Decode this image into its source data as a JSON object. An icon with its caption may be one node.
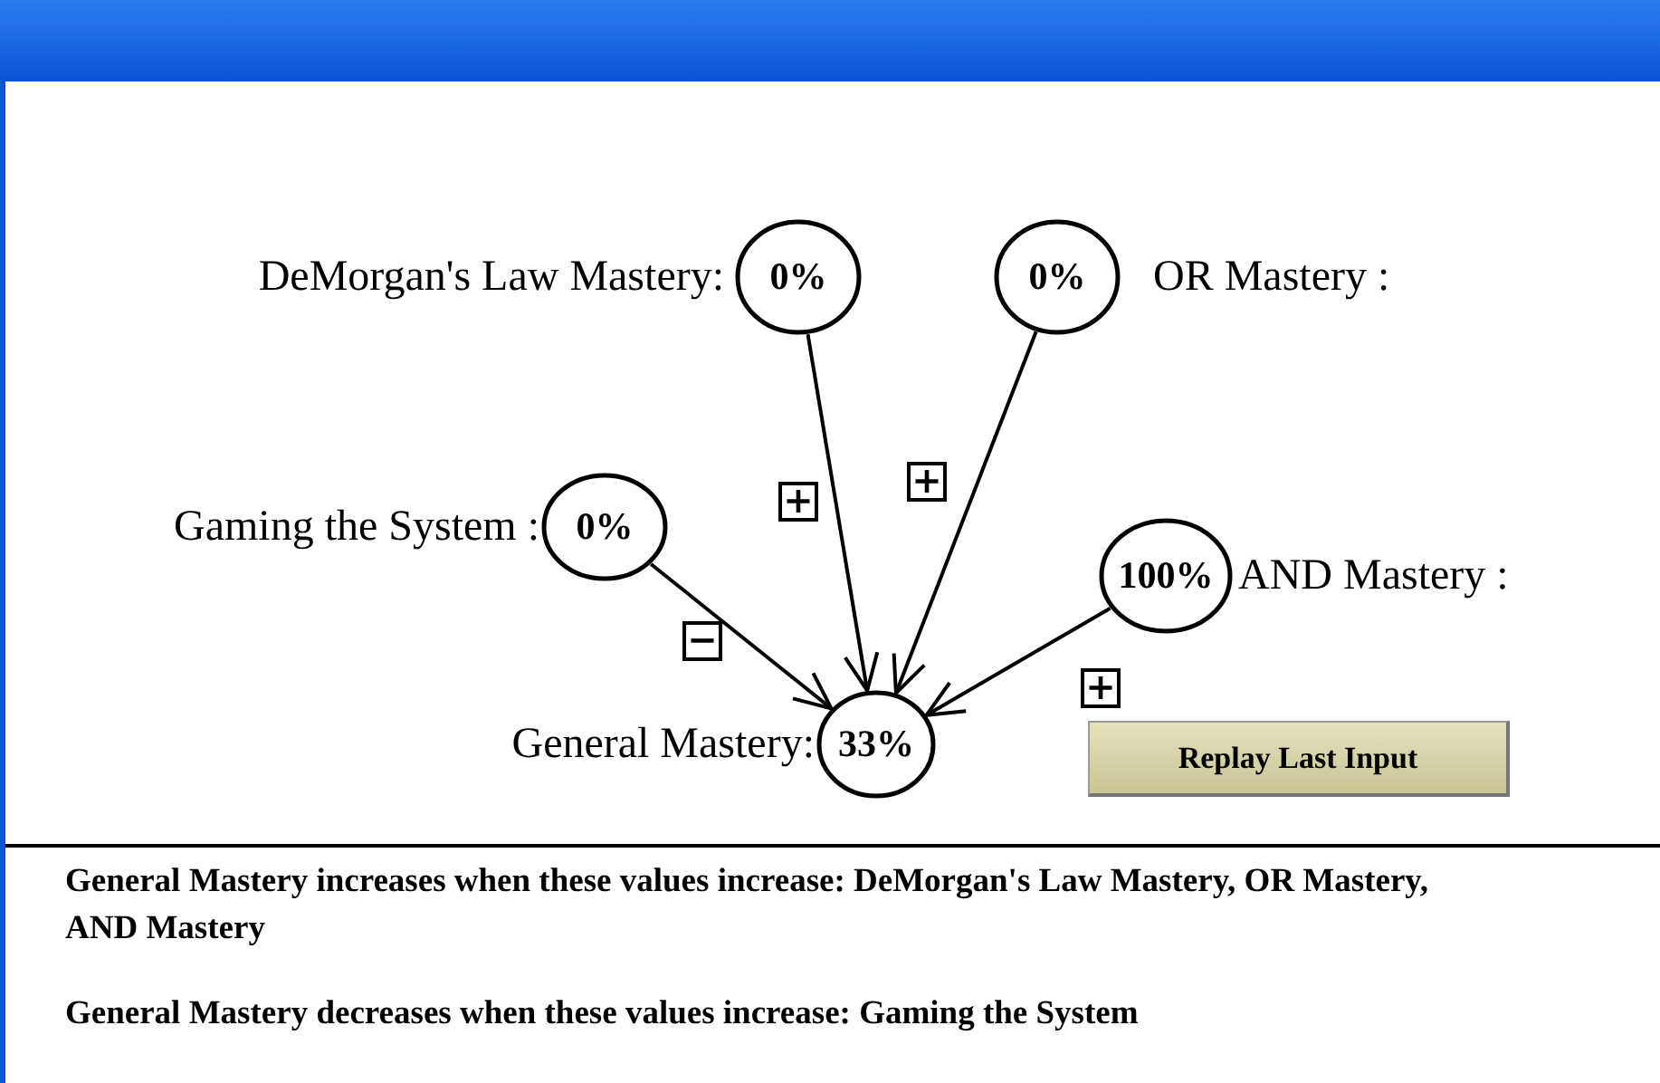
{
  "diagram": {
    "nodes": [
      {
        "text": [],
        "shape": "bar"
      },
      {
        "text": [
          "0%"
        ],
        "beside": [
          "DeMorgan's Law Mastery:"
        ]
      },
      {
        "text": [
          "0%"
        ],
        "beside": [
          "OR Mastery :"
        ]
      },
      {
        "text": [
          "0%"
        ],
        "beside": [
          "Gaming the System :"
        ]
      },
      {
        "text": [
          "100%"
        ],
        "beside": [
          "AND Mastery :"
        ]
      },
      {
        "text": [
          "33%"
        ],
        "beside": [
          "General Mastery:"
        ]
      }
    ],
    "edges": [
      {
        "from": 1,
        "to": 5,
        "arrow": "to",
        "label": "+"
      },
      {
        "from": 2,
        "to": 5,
        "arrow": "to",
        "label": "+"
      },
      {
        "from": 3,
        "to": 5,
        "arrow": "to",
        "label": "−"
      },
      {
        "from": 4,
        "to": 5,
        "arrow": "to",
        "label": "+"
      }
    ],
    "labels": [
      "Replay Last Input",
      "General Mastery increases when these values increase: DeMorgan's Law Mastery, OR Mastery, AND Mastery",
      "General Mastery decreases when these values increase:  Gaming the System"
    ]
  }
}
